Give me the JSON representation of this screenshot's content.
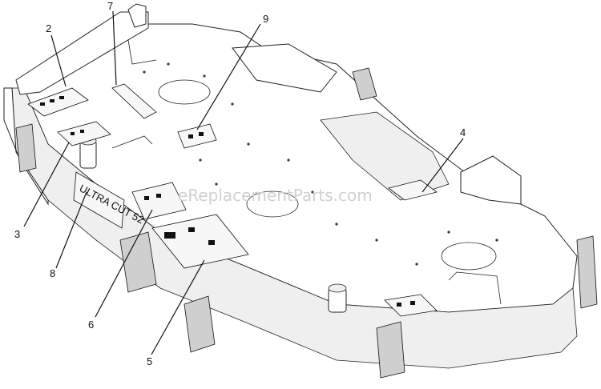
{
  "watermark": "eReplacementParts.com",
  "callouts": {
    "c1": "2",
    "c2": "7",
    "c3": "9",
    "c4": "4",
    "c5": "3",
    "c6": "8",
    "c7": "6",
    "c8": "5"
  },
  "logo_text": "ULTRA CUT 52"
}
